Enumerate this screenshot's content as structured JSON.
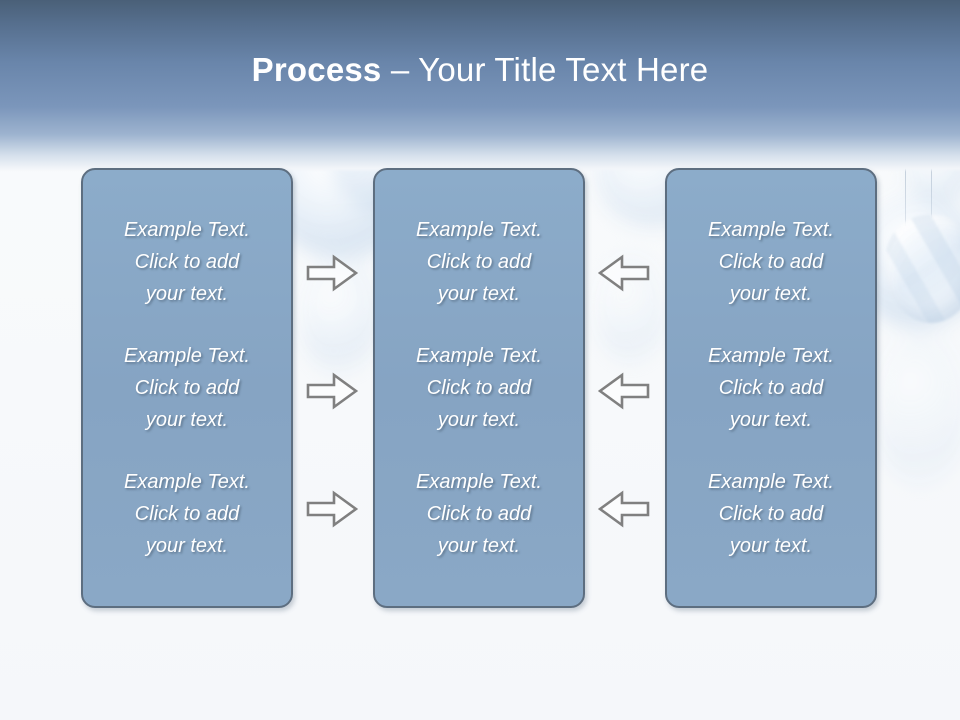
{
  "slide": {
    "title_strong": "Process",
    "title_rest": " – Your Title Text Here",
    "background_theme": "blurred-hanging-crystal-prisms",
    "colors": {
      "band_top": "#4a6078",
      "band_mid": "#7b96bb",
      "slide_background": "#f6f8fa",
      "box_fill": "#8aa8c6",
      "box_border": "#5d6e80",
      "box_text": "#ffffff",
      "arrow_stroke": "#808080",
      "arrow_fill": "#ffffff"
    }
  },
  "columns": [
    {
      "id": "column-left",
      "rows": [
        {
          "text": "Example Text.\nClick  to add\nyour text."
        },
        {
          "text": "Example Text.\nClick  to add\nyour text."
        },
        {
          "text": "Example Text.\nClick  to add\nyour text."
        }
      ]
    },
    {
      "id": "column-center",
      "rows": [
        {
          "text": "Example Text.\nClick  to add\nyour text."
        },
        {
          "text": "Example Text.\nClick  to add\nyour text."
        },
        {
          "text": "Example Text.\nClick  to add\nyour text."
        }
      ]
    },
    {
      "id": "column-right",
      "rows": [
        {
          "text": "Example Text.\nClick  to add\nyour text."
        },
        {
          "text": "Example Text.\nClick  to add\nyour text."
        },
        {
          "text": "Example Text.\nClick  to add\nyour text."
        }
      ]
    }
  ],
  "connectors": [
    {
      "id": "arrow-left-to-center-row1",
      "direction": "right",
      "icon": "arrow-right-icon"
    },
    {
      "id": "arrow-left-to-center-row2",
      "direction": "right",
      "icon": "arrow-right-icon"
    },
    {
      "id": "arrow-left-to-center-row3",
      "direction": "right",
      "icon": "arrow-right-icon"
    },
    {
      "id": "arrow-right-to-center-row1",
      "direction": "left",
      "icon": "arrow-left-icon"
    },
    {
      "id": "arrow-right-to-center-row2",
      "direction": "left",
      "icon": "arrow-left-icon"
    },
    {
      "id": "arrow-right-to-center-row3",
      "direction": "left",
      "icon": "arrow-left-icon"
    }
  ]
}
